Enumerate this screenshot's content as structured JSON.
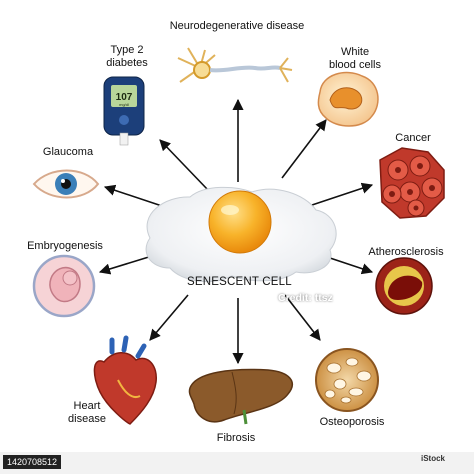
{
  "diagram": {
    "center_label": "SENESCENT CELL",
    "outcomes": [
      {
        "key": "neuro",
        "label": "Neurodegenerative disease"
      },
      {
        "key": "diabetes",
        "label_lines": [
          "Type 2",
          "diabetes"
        ]
      },
      {
        "key": "wbc",
        "label_lines": [
          "White",
          "blood cells"
        ]
      },
      {
        "key": "glaucoma",
        "label": "Glaucoma"
      },
      {
        "key": "cancer",
        "label": "Cancer"
      },
      {
        "key": "embryo",
        "label": "Embryogenesis"
      },
      {
        "key": "athero",
        "label": "Atherosclerosis"
      },
      {
        "key": "heart",
        "label_lines": [
          "Heart",
          "disease"
        ]
      },
      {
        "key": "fibrosis",
        "label": "Fibrosis"
      },
      {
        "key": "osteo",
        "label": "Osteoporosis"
      }
    ],
    "glucometer_reading": "107",
    "glucometer_unit": "mg/dl"
  },
  "watermark": {
    "image_id": "1420708512",
    "credit": "Credit: ttsz",
    "logo": "iStock"
  },
  "colors": {
    "arrow": "#111111",
    "yolk": "#f7a41c",
    "egg_white": "#eef0f2",
    "cancer": "#c0392b",
    "liver": "#8b5a2b",
    "heart": "#c0392b"
  }
}
